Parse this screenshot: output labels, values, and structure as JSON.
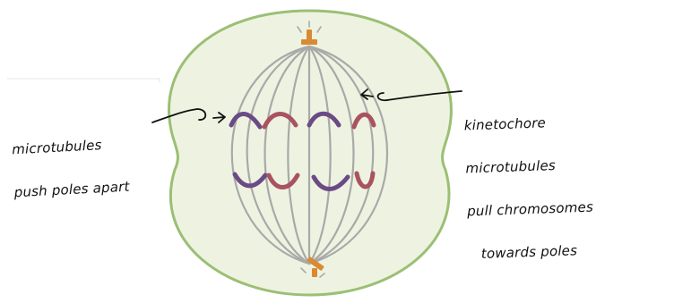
{
  "annotations": {
    "left": {
      "line1": "microtubules",
      "line2": "push poles apart"
    },
    "right": {
      "line1": "kinetochore",
      "line2": "microtubules",
      "line3": "pull chromosomes",
      "line4": "towards poles"
    }
  },
  "colors": {
    "cell_fill": "#eef3e1",
    "cell_outline": "#9bbf74",
    "spindle": "#a9a9a9",
    "centrosome": "#d98a33",
    "chromosome_purple": "#6a4b86",
    "chromosome_red": "#a9535e",
    "annotation_ink": "#111111"
  },
  "icons": [
    "top-centrosome-icon",
    "bottom-centrosome-icon",
    "left-arrow-icon",
    "right-arrow-icon"
  ]
}
